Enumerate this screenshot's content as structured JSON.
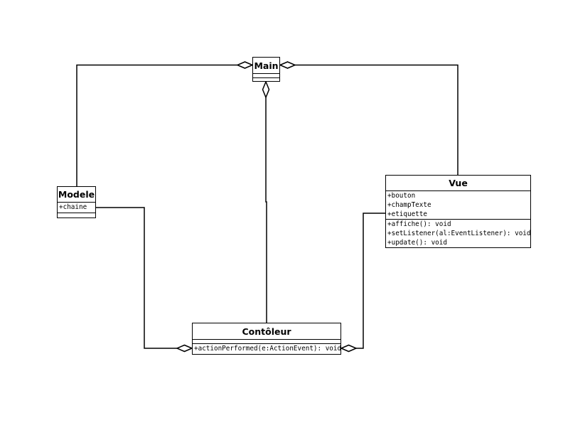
{
  "diagram": {
    "classes": [
      {
        "id": "main",
        "name": "Main",
        "attributes": [],
        "operations": []
      },
      {
        "id": "modele",
        "name": "Modele",
        "attributes": [
          "+chaine"
        ],
        "operations": []
      },
      {
        "id": "vue",
        "name": "Vue",
        "attributes": [
          "+bouton",
          "+champTexte",
          "+etiquette"
        ],
        "operations": [
          "+affiche(): void",
          "+setListener(al:EventListener): void",
          "+update(): void"
        ]
      },
      {
        "id": "controleur",
        "name": "Contôleur",
        "attributes": [],
        "operations": [
          "+actionPerformed(e:ActionEvent): void"
        ]
      }
    ],
    "relations": [
      {
        "type": "aggregation",
        "whole": "main",
        "part": "modele"
      },
      {
        "type": "aggregation",
        "whole": "main",
        "part": "vue"
      },
      {
        "type": "aggregation",
        "whole": "main",
        "part": "controleur"
      },
      {
        "type": "aggregation",
        "whole": "controleur",
        "part": "modele"
      },
      {
        "type": "aggregation",
        "whole": "controleur",
        "part": "vue"
      }
    ]
  }
}
